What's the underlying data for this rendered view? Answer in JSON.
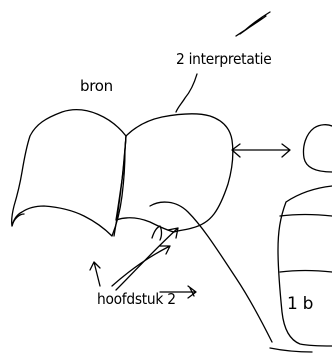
{
  "labels": {
    "interpretation": "2 interpretatie",
    "source": "bron",
    "chapter": "hoofdstuk 2",
    "right_cut": "1 b"
  },
  "colors": {
    "ink": "#000000",
    "background": "#ffffff"
  }
}
